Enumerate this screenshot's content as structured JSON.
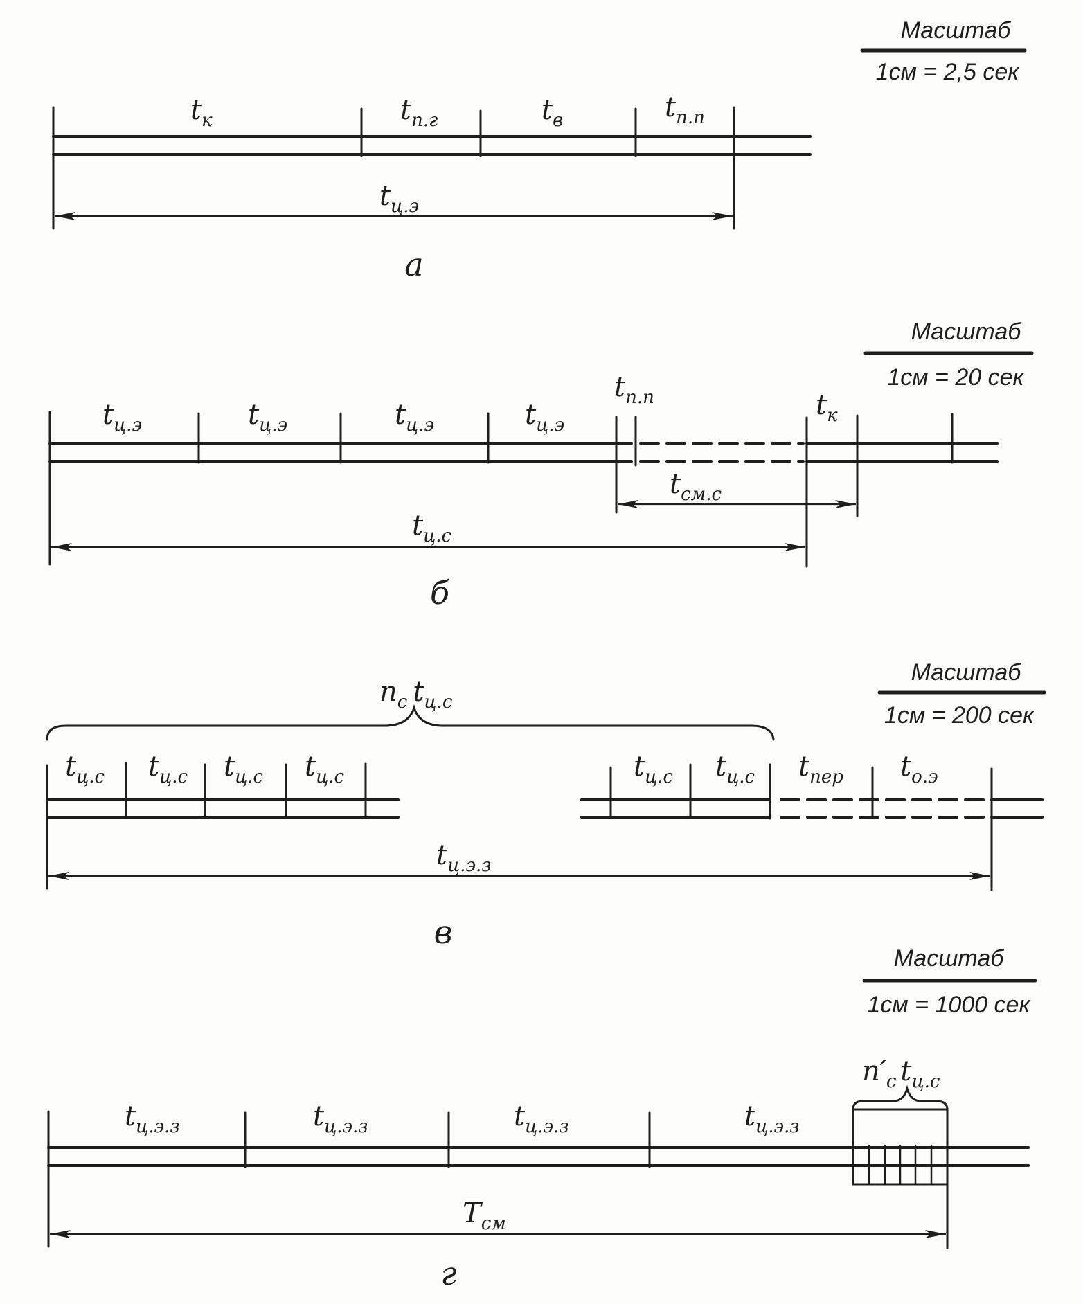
{
  "scale_word": "Масштаб",
  "panels": [
    {
      "caption": "а",
      "scale": "1см = 2,5 сек",
      "segments": [
        {
          "t": "t",
          "s": "к"
        },
        {
          "t": "t",
          "s": "п.г"
        },
        {
          "t": "t",
          "s": "в"
        },
        {
          "t": "t",
          "s": "п.п"
        }
      ],
      "dimension": {
        "t": "t",
        "s": "ц.э"
      }
    },
    {
      "caption": "б",
      "scale": "1см = 20 сек",
      "segments": [
        {
          "t": "t",
          "s": "ц.э"
        },
        {
          "t": "t",
          "s": "ц.э"
        },
        {
          "t": "t",
          "s": "ц.э"
        },
        {
          "t": "t",
          "s": "ц.э"
        },
        {
          "t": "t",
          "s": "п.п"
        },
        {
          "t": "t",
          "s": "к"
        }
      ],
      "dimension_inner": {
        "t": "t",
        "s": "см.с"
      },
      "dimension": {
        "t": "t",
        "s": "ц.с"
      }
    },
    {
      "caption": "в",
      "scale": "1см = 200 сек",
      "brace": {
        "n": "n",
        "ns": "с",
        "t": "t",
        "s": "ц.с"
      },
      "segments": [
        {
          "t": "t",
          "s": "ц.с"
        },
        {
          "t": "t",
          "s": "ц.с"
        },
        {
          "t": "t",
          "s": "ц.с"
        },
        {
          "t": "t",
          "s": "ц.с"
        },
        {
          "t": "t",
          "s": "ц.с"
        },
        {
          "t": "t",
          "s": "ц.с"
        },
        {
          "t": "t",
          "s": "пер"
        },
        {
          "t": "t",
          "s": "о.э"
        }
      ],
      "dimension": {
        "t": "t",
        "s": "ц.э.з"
      }
    },
    {
      "caption": "г",
      "scale": "1см = 1000 сек",
      "brace": {
        "n": "n′",
        "ns": "с",
        "t": "t",
        "s": "ц.с"
      },
      "segments": [
        {
          "t": "t",
          "s": "ц.э.з"
        },
        {
          "t": "t",
          "s": "ц.э.з"
        },
        {
          "t": "t",
          "s": "ц.э.з"
        },
        {
          "t": "t",
          "s": "ц.э.з"
        }
      ],
      "dimension": {
        "t": "T",
        "s": "см"
      }
    }
  ]
}
